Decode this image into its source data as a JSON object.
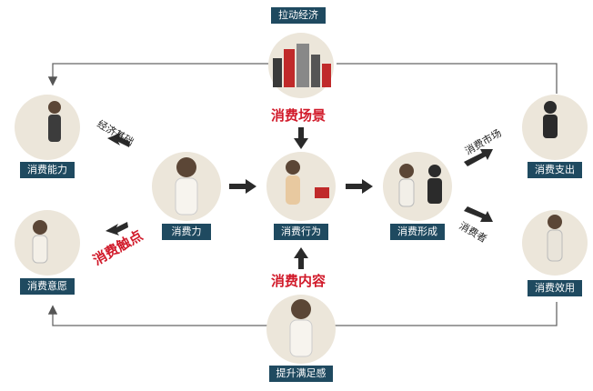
{
  "nodes": {
    "lado_jingji": "拉动经济",
    "xiaofei_nengli": "消费能力",
    "xiaofei_yiyuan": "消费意愿",
    "xiaofei_li": "消费力",
    "xiaofei_xingwei": "消费行为",
    "xiaofei_xingcheng": "消费形成",
    "xiaofei_zhichu": "消费支出",
    "xiaofei_xiaoyong": "消费效用",
    "tisheng_manzugan": "提升满足感"
  },
  "edge_labels": {
    "jingji_jichu": "经济基础",
    "xiaofei_chudian": "消费触点",
    "xiaofei_changjing": "消费场景",
    "xiaofei_neirong": "消费内容",
    "xiaofei_shichang": "消费市场",
    "xiaofei_zhe": "消费者"
  },
  "colors": {
    "label_bg": "#1f4a60",
    "accent_red": "#d11a2a",
    "circle_bg": "#ece6da",
    "arrow": "#2a2a2a"
  }
}
